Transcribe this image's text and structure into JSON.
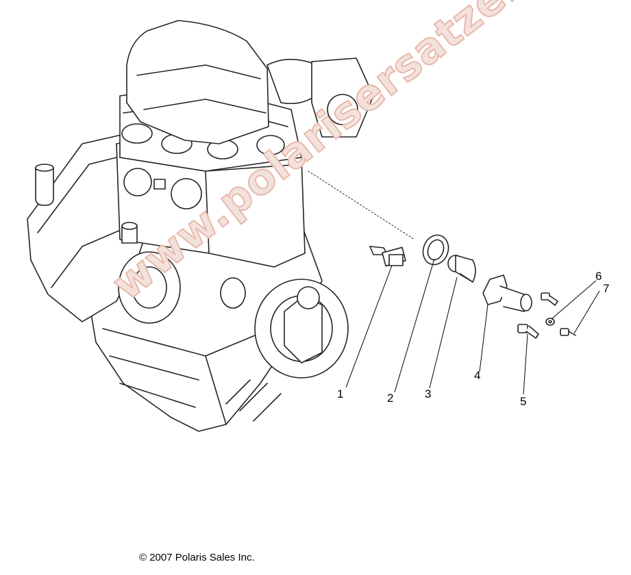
{
  "diagram": {
    "callouts": [
      {
        "id": "1",
        "label": "1"
      },
      {
        "id": "2",
        "label": "2"
      },
      {
        "id": "3",
        "label": "3"
      },
      {
        "id": "4",
        "label": "4"
      },
      {
        "id": "5",
        "label": "5"
      },
      {
        "id": "6",
        "label": "6"
      },
      {
        "id": "7",
        "label": "7"
      }
    ],
    "copyright": "© 2007 Polaris Sales Inc.",
    "watermark": "www.polarisersatzeile.de"
  }
}
